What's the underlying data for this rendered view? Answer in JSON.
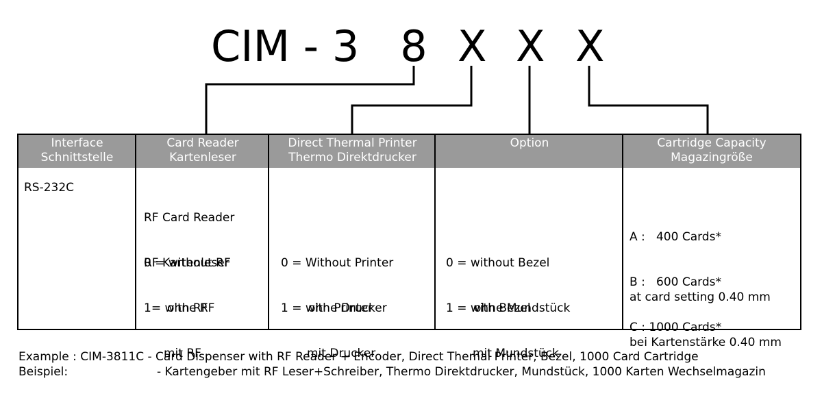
{
  "code": {
    "prefix": "CIM - 3",
    "digits": [
      "8",
      "X",
      "X",
      "X"
    ]
  },
  "columns": [
    {
      "header": [
        "Interface",
        "Schnittstelle"
      ],
      "body": {
        "value": "RS-232C"
      }
    },
    {
      "header": [
        "Card Reader",
        "Kartenleser"
      ],
      "body": {
        "title": [
          "RF Card Reader",
          "RF Kartenleser"
        ],
        "options": [
          [
            "0 = without RF",
            "ohne RF"
          ],
          [
            "1= with RF",
            "mit RF"
          ]
        ]
      }
    },
    {
      "header": [
        "Direct Thermal Printer",
        "Thermo Direktdrucker"
      ],
      "body": {
        "options": [
          [
            "0 = Without Printer",
            "ohne Drucker"
          ],
          [
            "1 = with Printer",
            "mit Drucker"
          ]
        ]
      }
    },
    {
      "header": [
        "Option"
      ],
      "body": {
        "options": [
          [
            "0 = without Bezel",
            "ohne Mundstück"
          ],
          [
            "1 = with Bezel",
            "mit Mundstück"
          ]
        ]
      }
    },
    {
      "header": [
        "Cartridge Capacity",
        "Magazingröße"
      ],
      "body": {
        "capacities": [
          "A :   400 Cards*",
          "B :   600 Cards*",
          "C : 1000 Cards*"
        ],
        "note": [
          "at card setting 0.40 mm",
          "bei Kartenstärke 0.40 mm"
        ]
      }
    }
  ],
  "example": {
    "line1": "Example : CIM-3811C - Card Dispenser with RF Reader + Encoder, Direct Themal Printer, Bezel, 1000 Card Cartridge",
    "line2_label": "Beispiel:",
    "line2_text": "- Kartengeber mit RF Leser+Schreiber, Thermo Direktdrucker, Mundstück, 1000 Karten Wechselmagazin"
  }
}
